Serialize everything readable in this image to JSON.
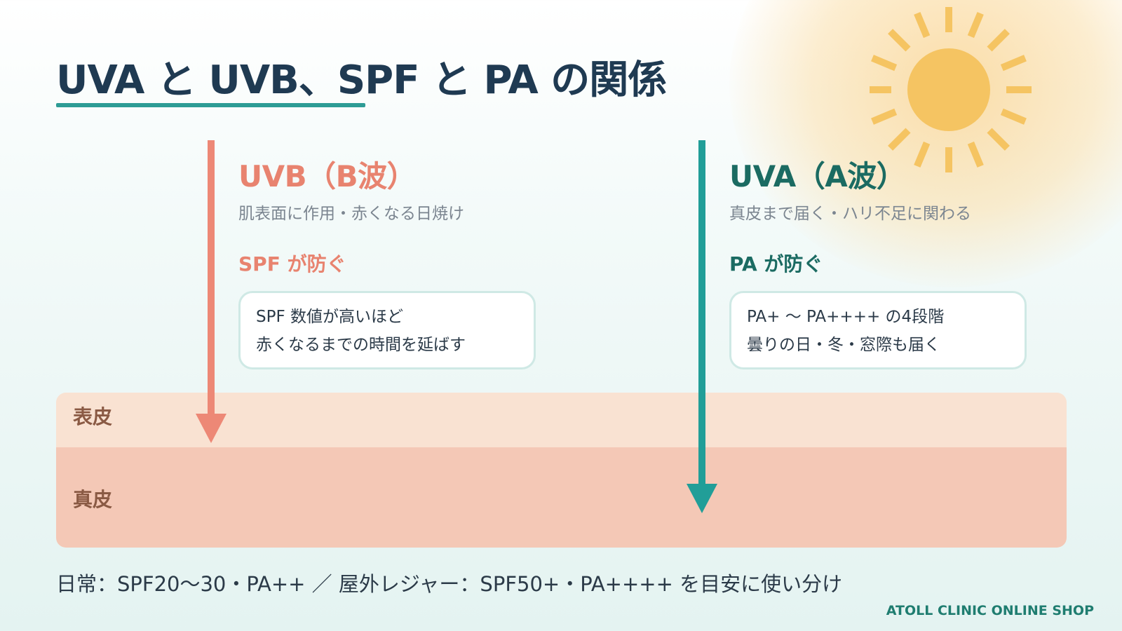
{
  "title": "UVA と UVB、SPF と PA の関係",
  "uvb": {
    "title": "UVB（B波）",
    "subtitle": "肌表面に作用・赤くなる日焼け",
    "protect": "SPF が防ぐ",
    "notes": [
      "SPF 数値が高いほど",
      "赤くなるまでの時間を延ばす"
    ]
  },
  "uva": {
    "title": "UVA（A波）",
    "subtitle": "真皮まで届く・ハリ不足に関わる",
    "protect": "PA が防ぐ",
    "notes": [
      "PA+ 〜 PA++++ の4段階",
      "曇りの日・冬・窓際も届く"
    ]
  },
  "layers": {
    "epidermis": "表皮",
    "dermis": "真皮"
  },
  "guide": "日常：SPF20〜30・PA++ ／ 屋外レジャー：SPF50+・PA++++ を目安に使い分け",
  "brand": "ATOLL CLINIC ONLINE SHOP",
  "colors": {
    "uvb": "#ed8876",
    "uva": "#219e98",
    "sun": "#f5c462",
    "title": "#1f3a52"
  },
  "icons": {
    "sun": "sun-icon"
  }
}
